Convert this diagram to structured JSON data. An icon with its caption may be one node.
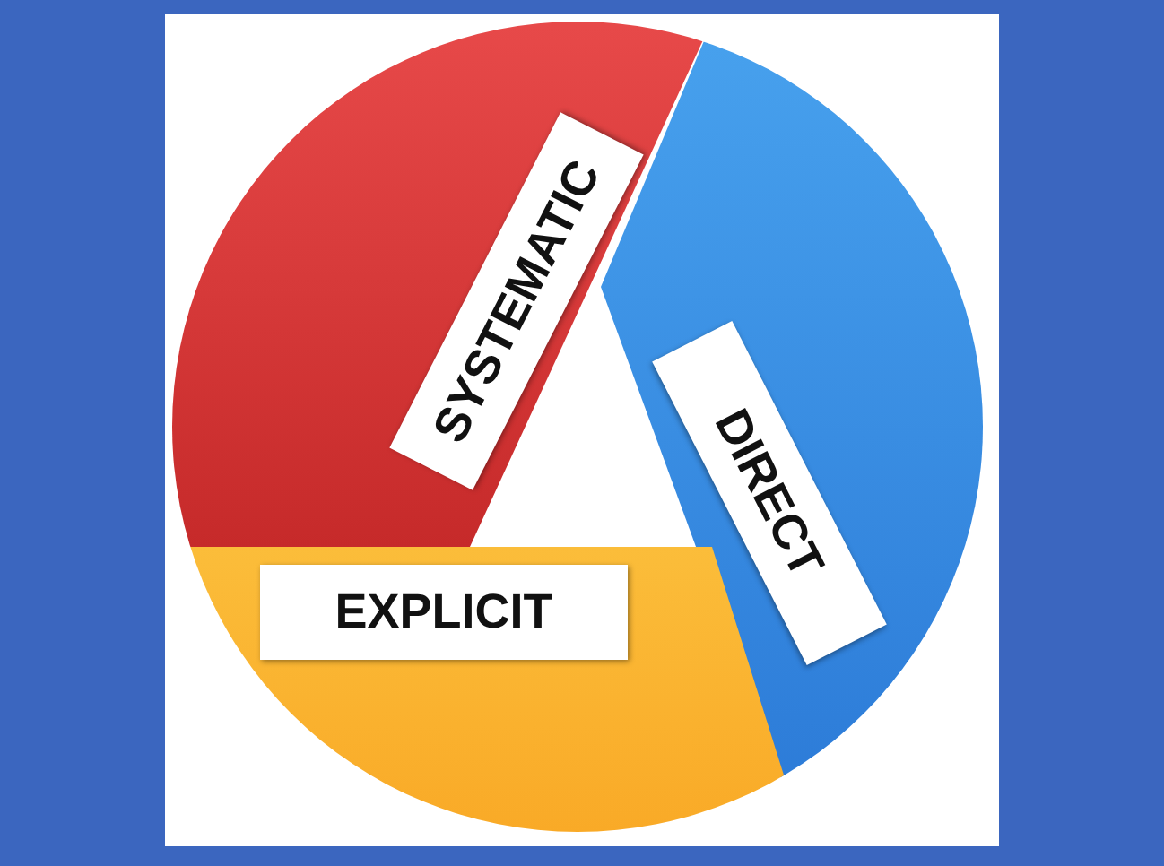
{
  "diagram": {
    "nodes": [
      {
        "text": [
          "SYSTEMATIC"
        ]
      },
      {
        "text": [
          "DIRECT"
        ]
      },
      {
        "text": [
          "EXPLICIT"
        ]
      }
    ]
  }
}
